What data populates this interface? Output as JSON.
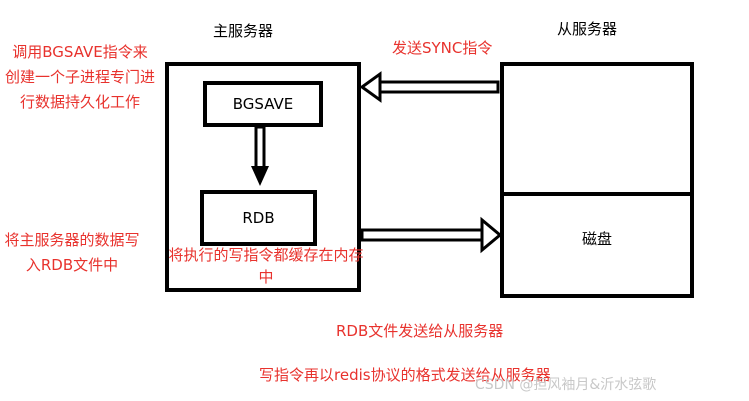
{
  "master": {
    "title": "主服务器",
    "bgsave_label": "BGSAVE",
    "rdb_label": "RDB",
    "note_buffer": "将执行的写指令都缓存在内存中"
  },
  "slave": {
    "title": "从服务器",
    "disk_label": "磁盘"
  },
  "annotations": {
    "bgsave_desc": "调用BGSAVE指令来创建一个子进程专门进行数据持久化工作",
    "rdb_desc": "将主服务器的数据写入RDB文件中",
    "sync_cmd": "发送SYNC指令",
    "send_rdb": "RDB文件发送给从服务器",
    "send_write": "写指令再以redis协议的格式发送给从服务器"
  },
  "watermark": "CSDN @担风袖月&沂水弦歌",
  "colors": {
    "annotation": "#e8322d",
    "stroke": "#000000",
    "watermark": "#c8c8c8"
  }
}
